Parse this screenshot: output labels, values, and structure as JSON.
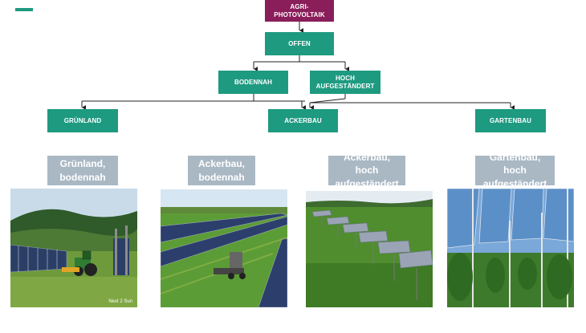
{
  "diagram": {
    "root": "AGRI-PHOTOVOLTAIK",
    "level1": "OFFEN",
    "level2": [
      "BODENNAH",
      "HOCH AUFGESTÄNDERT"
    ],
    "level3": [
      "GRÜNLAND",
      "ACKERBAU",
      "GARTENBAU"
    ]
  },
  "examples": [
    {
      "caption": "Grünland, bodennah",
      "credit": "Next 2 Sun"
    },
    {
      "caption": "Ackerbau, bodennah"
    },
    {
      "caption": "Ackerbau, hoch aufgeständert"
    },
    {
      "caption": "Gartenbau, hoch aufgeständert"
    }
  ],
  "colors": {
    "teal": "#1e9a80",
    "purple": "#8a1e5b",
    "caption_bg": "#aab8c4"
  }
}
